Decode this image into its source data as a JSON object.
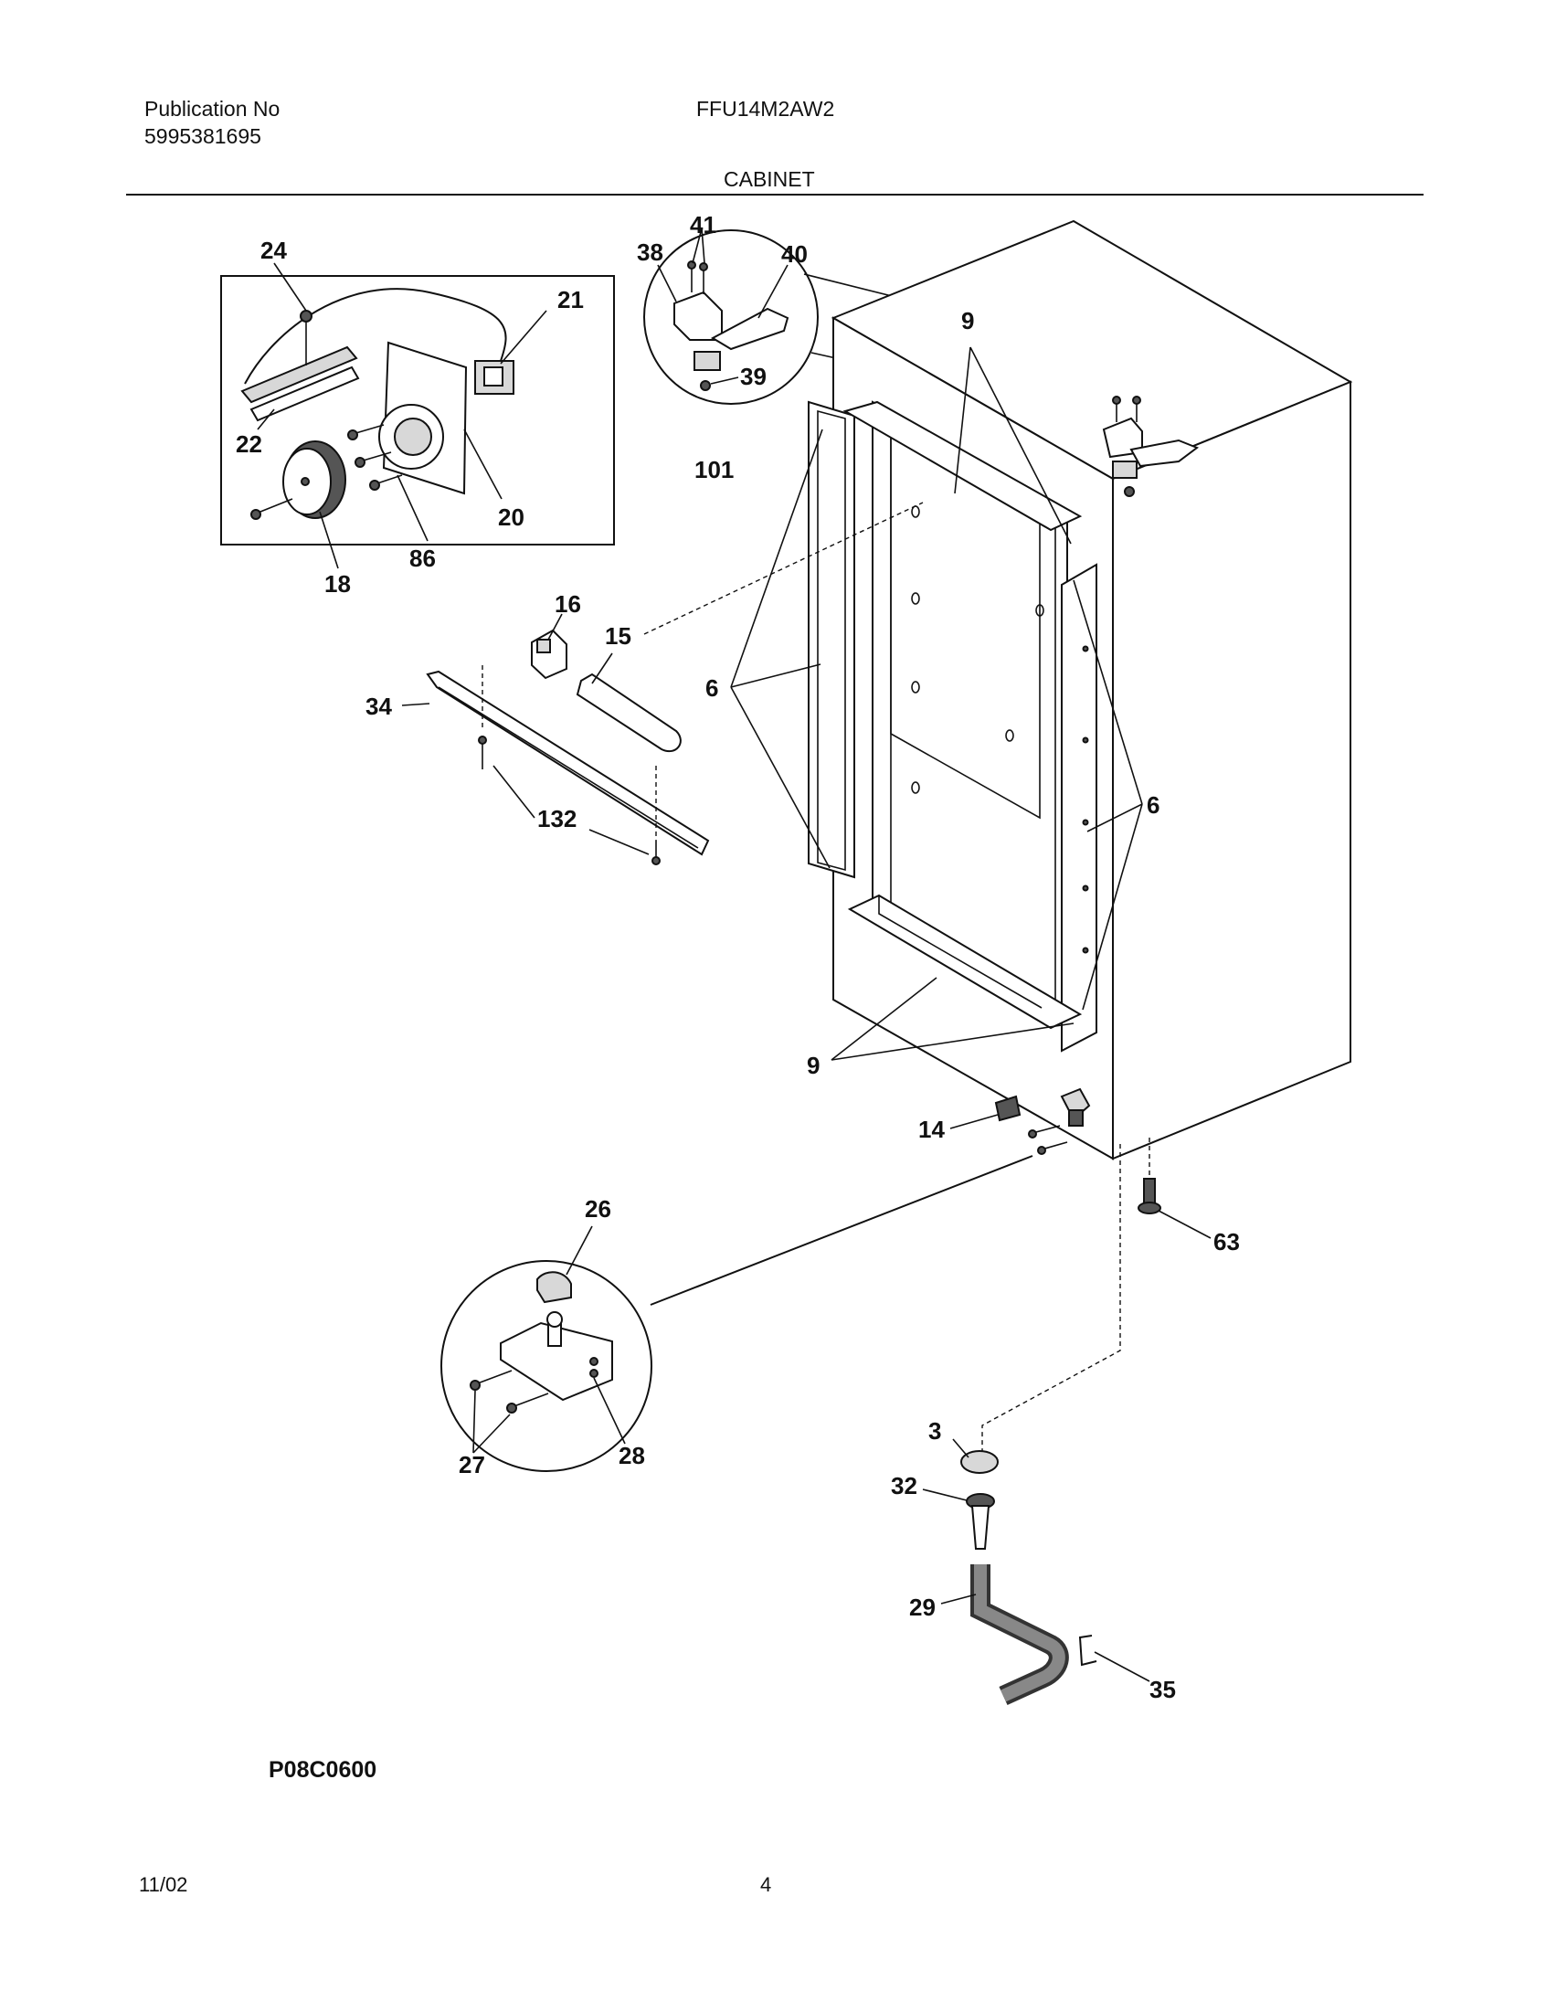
{
  "header": {
    "publication_label": "Publication No",
    "publication_number": "5995381695",
    "model": "FFU14M2AW2",
    "section": "CABINET"
  },
  "footer": {
    "diagram_code": "P08C0600",
    "date": "11/02",
    "page": "4"
  },
  "callouts": {
    "c24": "24",
    "c21": "21",
    "c22": "22",
    "c20": "20",
    "c18": "18",
    "c86": "86",
    "c41": "41",
    "c38": "38",
    "c40": "40",
    "c39": "39",
    "c101": "101",
    "c9a": "9",
    "c9b": "9",
    "c6a": "6",
    "c6b": "6",
    "c16": "16",
    "c15": "15",
    "c34": "34",
    "c132": "132",
    "c14": "14",
    "c63": "63",
    "c26": "26",
    "c27": "27",
    "c28": "28",
    "c3": "3",
    "c32": "32",
    "c29": "29",
    "c35": "35"
  }
}
